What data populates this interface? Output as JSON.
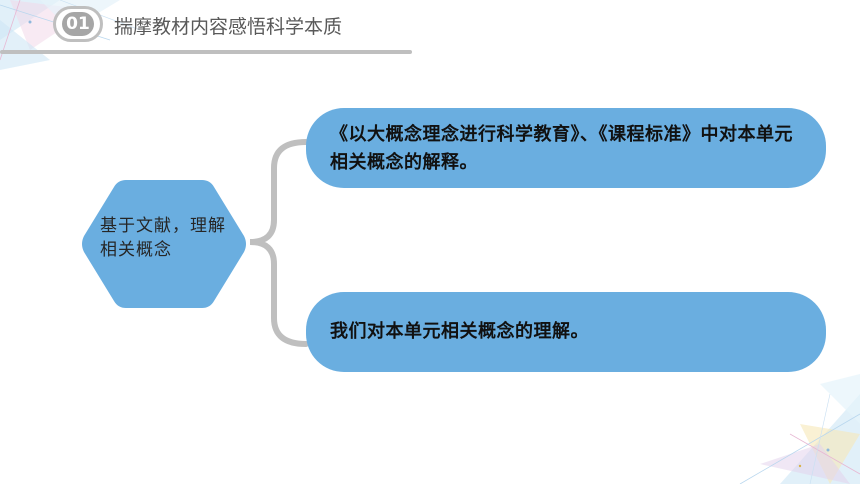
{
  "header": {
    "number": "01",
    "title": "揣摩教材内容感悟科学本质"
  },
  "diagram": {
    "center_label": "基于文献，理解相关概念",
    "branches": [
      {
        "text": "《以大概念理念进行科学教育》、《课程标准》中对本单元相关概念的解释。"
      },
      {
        "text": "我们对本单元相关概念的理解。"
      }
    ]
  },
  "colors": {
    "accent": "#6aaee0",
    "header_gray": "#bfbfbf",
    "badge_gray": "#a6a6a6"
  }
}
